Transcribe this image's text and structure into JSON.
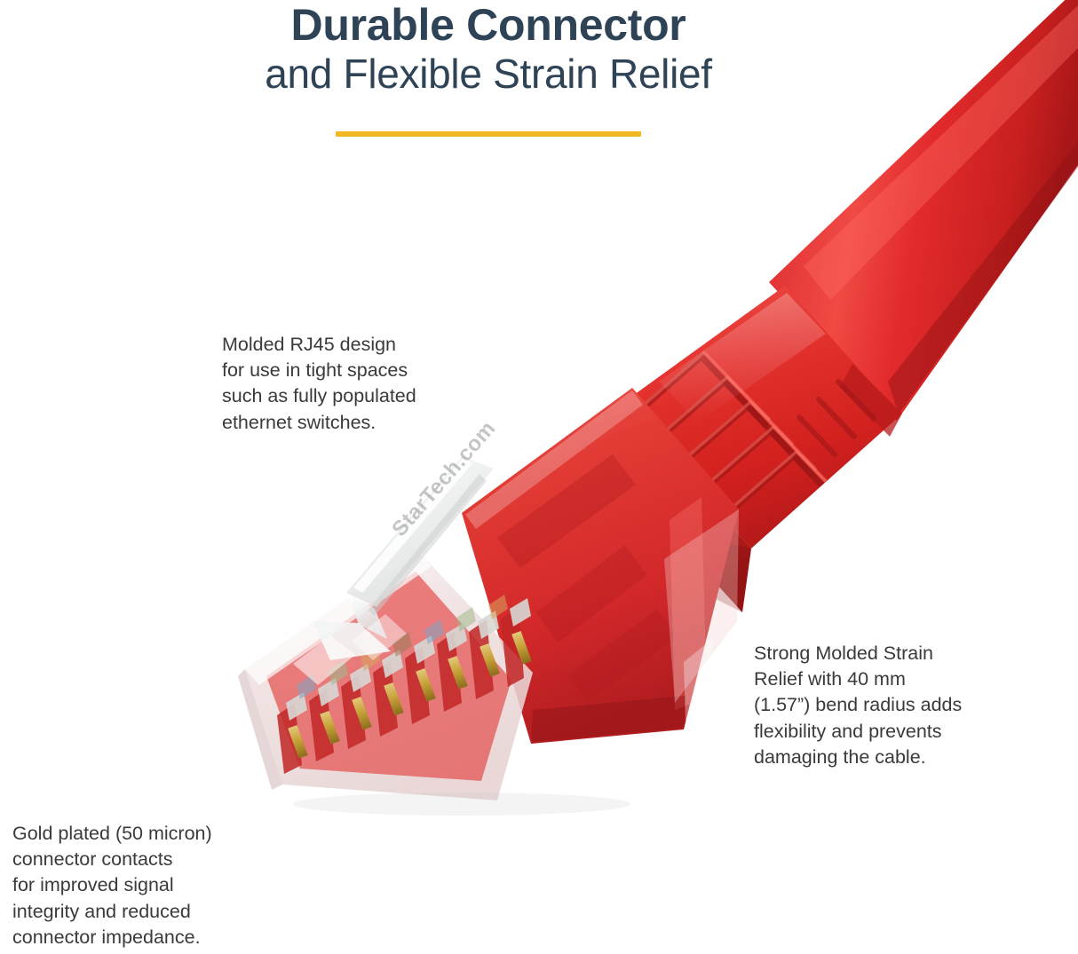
{
  "page": {
    "background_color": "#ffffff",
    "heading_color": "#2e4356",
    "body_text_color": "#3a3a3a",
    "accent_color": "#f2b824",
    "cable_red": "#e02a2c",
    "boot_red": "#e1302f",
    "gold_contact": "#c9a033"
  },
  "heading": {
    "line1": "Durable Connector",
    "line2": "and Flexible Strain Relief"
  },
  "callouts": {
    "molded_rj45": "Molded RJ45 design\nfor use in tight spaces\nsuch as fully populated\nethernet switches.",
    "strain_relief": "Strong Molded Strain\nRelief with 40 mm\n(1.57”) bend radius adds\nflexibility and prevents\ndamaging the cable.",
    "gold_plated": "Gold plated (50 micron)\nconnector contacts\nfor improved signal\nintegrity and reduced\nconnector impedance."
  },
  "product": {
    "brand_molded_text": "StarTech.com",
    "contact_count": 8
  }
}
